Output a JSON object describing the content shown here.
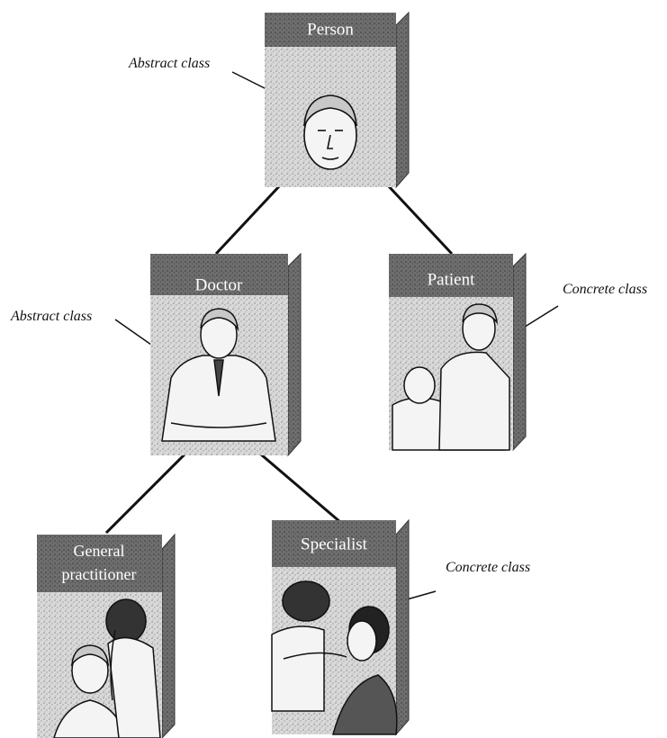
{
  "classes": {
    "person": "Person",
    "doctor": "Doctor",
    "patient": "Patient",
    "general_practitioner_line1": "General",
    "general_practitioner_line2": "practitioner",
    "specialist": "Specialist"
  },
  "annotations": {
    "person": "Abstract class",
    "doctor": "Abstract class",
    "patient": "Concrete class",
    "specialist": "Concrete class"
  }
}
